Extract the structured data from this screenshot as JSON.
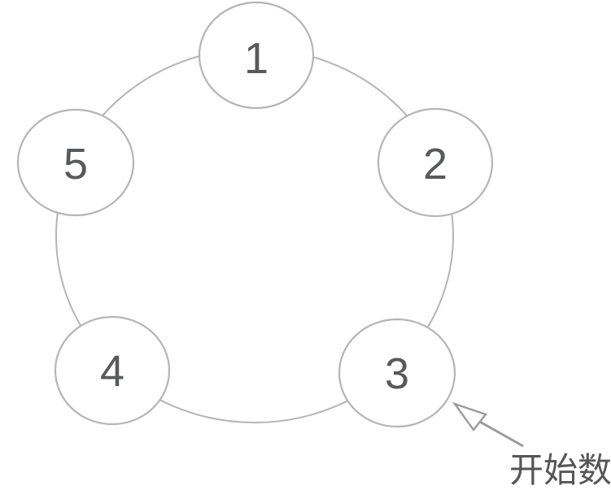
{
  "diagram": {
    "nodes": [
      {
        "label": "1"
      },
      {
        "label": "2"
      },
      {
        "label": "3"
      },
      {
        "label": "4"
      },
      {
        "label": "5"
      }
    ],
    "annotation": {
      "label": "开始数",
      "points_to_node_label": "3"
    },
    "colors": {
      "background": "#ffffff",
      "stroke": "#b5b5b5",
      "number": "#58595b",
      "arrow": "#9b9b9b",
      "annotation_text": "#565656"
    }
  }
}
